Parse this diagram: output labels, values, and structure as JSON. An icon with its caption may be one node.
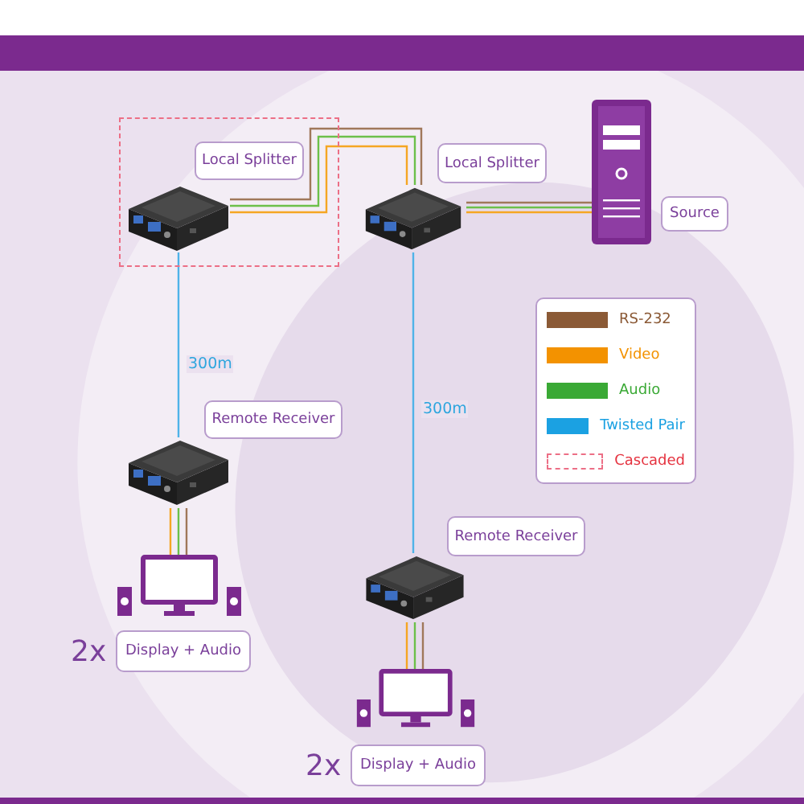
{
  "diagram": {
    "nodes": [
      {
        "text": [],
        "shape": "box"
      },
      {
        "text": [
          "Local Splitter"
        ],
        "in": 0
      },
      {
        "text": [],
        "shape": "picture",
        "in": 0
      },
      {
        "text": [
          "Local Splitter"
        ]
      },
      {
        "text": [],
        "shape": "picture"
      },
      {
        "text": [],
        "shape": "picture"
      },
      {
        "text": [
          "Source"
        ]
      },
      {
        "text": [
          "Remote Receiver"
        ]
      },
      {
        "text": [],
        "shape": "picture"
      },
      {
        "text": [],
        "shape": "picture"
      },
      {
        "text": [
          "Display + Audio"
        ],
        "beside": [
          "2x"
        ]
      },
      {
        "text": [
          "Remote Receiver"
        ]
      },
      {
        "text": [],
        "shape": "picture"
      },
      {
        "text": [],
        "shape": "picture"
      },
      {
        "text": [
          "Display + Audio"
        ],
        "beside": [
          "2x"
        ]
      }
    ],
    "edges": [
      {
        "from": 5,
        "to": 4,
        "arrow": "none",
        "color": "#a0785a"
      },
      {
        "from": 5,
        "to": 4,
        "arrow": "none",
        "color": "#6cc04a"
      },
      {
        "from": 5,
        "to": 4,
        "arrow": "none",
        "color": "#f5a623"
      },
      {
        "from": 4,
        "to": 2,
        "arrow": "none",
        "color": "#a0785a"
      },
      {
        "from": 4,
        "to": 2,
        "arrow": "none",
        "color": "#6cc04a"
      },
      {
        "from": 4,
        "to": 2,
        "arrow": "none",
        "color": "#f5a623"
      },
      {
        "from": 2,
        "to": 8,
        "arrow": "none",
        "color": "#4fb3e8",
        "label": "300m"
      },
      {
        "from": 4,
        "to": 12,
        "arrow": "none",
        "color": "#4fb3e8",
        "label": "300m"
      },
      {
        "from": 8,
        "to": 9,
        "arrow": "none",
        "color": "#f5a623"
      },
      {
        "from": 8,
        "to": 9,
        "arrow": "none",
        "color": "#6cc04a"
      },
      {
        "from": 8,
        "to": 9,
        "arrow": "none",
        "color": "#a0785a"
      },
      {
        "from": 12,
        "to": 13,
        "arrow": "none",
        "color": "#f5a623"
      },
      {
        "from": 12,
        "to": 13,
        "arrow": "none",
        "color": "#6cc04a"
      },
      {
        "from": 12,
        "to": 13,
        "arrow": "none",
        "color": "#a0785a"
      }
    ],
    "legend": [
      {
        "text": "RS-232",
        "color": "#8b5a36"
      },
      {
        "text": "Video",
        "color": "#f39200"
      },
      {
        "text": "Audio",
        "color": "#3aa935"
      },
      {
        "text": "Twisted Pair",
        "color": "#1ba1e2"
      },
      {
        "text": "Cascaded"
      }
    ]
  }
}
